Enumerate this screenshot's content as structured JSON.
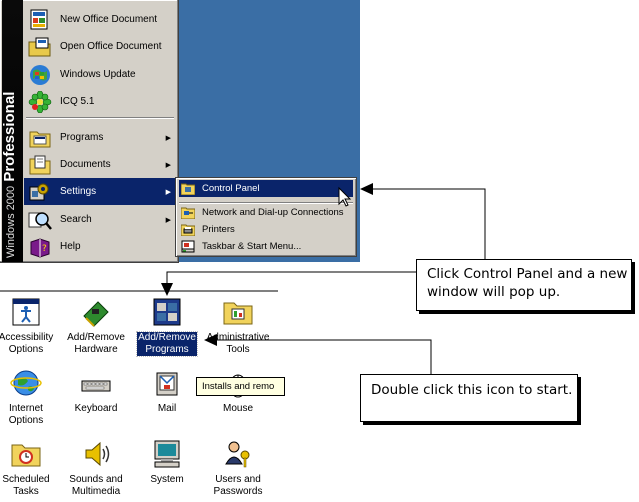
{
  "start_menu": {
    "banner_bold": "Professional",
    "banner_light": "Windows 2000",
    "items": [
      {
        "label": "New Office Document",
        "icon": "office-new-icon"
      },
      {
        "label": "Open Office Document",
        "icon": "office-open-icon"
      },
      {
        "label": "Windows Update",
        "icon": "windows-update-icon"
      },
      {
        "label": "ICQ 5.1",
        "icon": "icq-flower-icon"
      },
      {
        "label": "Programs",
        "icon": "programs-icon"
      },
      {
        "label": "Documents",
        "icon": "documents-icon"
      },
      {
        "label": "Settings",
        "icon": "settings-icon"
      },
      {
        "label": "Search",
        "icon": "search-icon"
      },
      {
        "label": "Help",
        "icon": "help-book-icon"
      }
    ]
  },
  "settings_submenu": {
    "items": [
      {
        "label": "Control Panel",
        "icon": "control-panel-icon"
      },
      {
        "label": "Network and Dial-up Connections",
        "icon": "network-icon"
      },
      {
        "label": "Printers",
        "icon": "printer-icon"
      },
      {
        "label": "Taskbar & Start Menu...",
        "icon": "taskbar-icon"
      }
    ]
  },
  "control_panel": {
    "icons": [
      {
        "label": "Accessibility\nOptions",
        "icon": "accessibility-icon"
      },
      {
        "label": "Add/Remove\nHardware",
        "icon": "add-hardware-icon"
      },
      {
        "label": "Add/Remove\nPrograms",
        "icon": "add-remove-programs-icon"
      },
      {
        "label": "Administrative\nTools",
        "icon": "admin-tools-icon"
      },
      {
        "label": "Internet\nOptions",
        "icon": "internet-options-icon"
      },
      {
        "label": "Keyboard",
        "icon": "keyboard-icon"
      },
      {
        "label": "Mail",
        "icon": "mail-icon"
      },
      {
        "label": "Mouse",
        "icon": "mouse-icon"
      },
      {
        "label": "Scheduled\nTasks",
        "icon": "scheduled-tasks-icon"
      },
      {
        "label": "Sounds and\nMultimedia",
        "icon": "sounds-icon"
      },
      {
        "label": "System",
        "icon": "system-icon"
      },
      {
        "label": "Users and\nPasswords",
        "icon": "users-icon"
      }
    ],
    "tooltip": "Installs and remo"
  },
  "callouts": {
    "first": "Click Control Panel and a new window will pop up.",
    "second": "Double click this icon to start."
  },
  "colors": {
    "desktop": "#3a6ea5",
    "selection": "#0a246a",
    "menu_face": "#d4d0c8"
  }
}
